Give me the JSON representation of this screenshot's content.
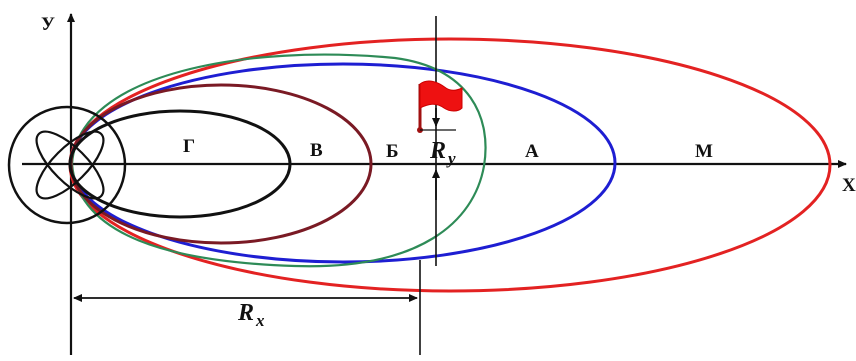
{
  "diagram": {
    "axes": {
      "x_label": "X",
      "y_label": "У"
    },
    "zones": [
      {
        "id": "G",
        "label": "Г",
        "color": "#111111"
      },
      {
        "id": "V",
        "label": "В",
        "color": "#7a1a24"
      },
      {
        "id": "B",
        "label": "Б",
        "color": "#2e8b57"
      },
      {
        "id": "A",
        "label": "А",
        "color": "#1e1ed2"
      },
      {
        "id": "M",
        "label": "М",
        "color": "#e32222"
      }
    ],
    "dimensions": {
      "rx_main": "R",
      "rx_sub": "x",
      "ry_main": "R",
      "ry_sub": "y"
    },
    "colors": {
      "flag": "#ee1111",
      "axes": "#111111"
    },
    "icons": [
      "antenna-pattern-icon",
      "flag-icon"
    ]
  }
}
